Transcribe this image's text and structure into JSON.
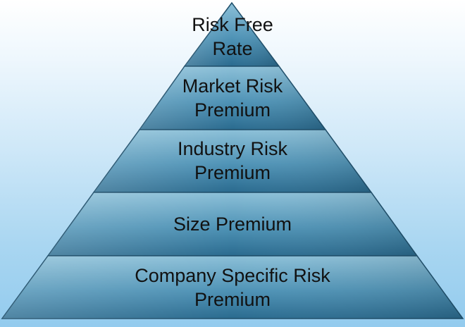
{
  "pyramid": {
    "tiers": [
      {
        "line1": "Risk Free",
        "line2": "Rate"
      },
      {
        "line1": "Market Risk",
        "line2": "Premium"
      },
      {
        "line1": "Industry Risk",
        "line2": "Premium"
      },
      {
        "line1": "Size Premium",
        "line2": ""
      },
      {
        "line1": "Company Specific Risk",
        "line2": "Premium"
      }
    ]
  },
  "colors": {
    "tier_fill_light": "#7ab4cf",
    "tier_fill_dark": "#2c6f93",
    "tier_stroke": "#1f4f6b",
    "text": "#111111"
  }
}
